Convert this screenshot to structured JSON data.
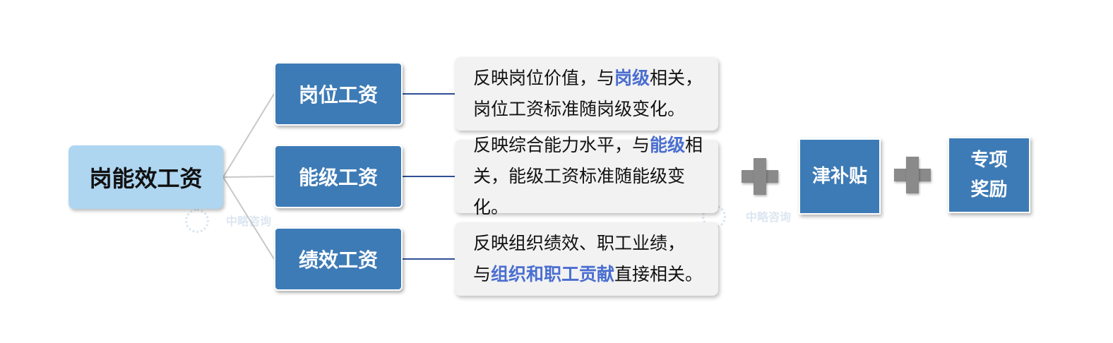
{
  "root": {
    "label": "岗能效工资"
  },
  "components": [
    {
      "label": "岗位工资",
      "desc": [
        {
          "t": "反映岗位价值，与"
        },
        {
          "t": "岗级",
          "hl": true
        },
        {
          "t": "相关，"
        },
        {
          "br": true
        },
        {
          "t": "岗位工资标准随岗级变化。"
        }
      ]
    },
    {
      "label": "能级工资",
      "desc": [
        {
          "t": "反映综合能力水平，与"
        },
        {
          "t": "能级",
          "hl": true
        },
        {
          "t": "相"
        },
        {
          "br": true
        },
        {
          "t": "关，能级工资标准随能级变化。"
        }
      ]
    },
    {
      "label": "绩效工资",
      "desc": [
        {
          "t": "反映组织绩效、职工业绩，"
        },
        {
          "br": true
        },
        {
          "t": "与"
        },
        {
          "t": "组织和职工贡献",
          "hl": true
        },
        {
          "t": "直接相关。"
        }
      ]
    }
  ],
  "extras": {
    "allowance": "津补贴",
    "special_award": "专项\n奖励"
  },
  "watermark": {
    "text": "中略咨询"
  },
  "colors": {
    "node": "#3d7bb6",
    "root": "#aed6f1",
    "highlight": "#4a6ed0",
    "plus": "#8a8a8a",
    "desc_bg": "#f2f2f2"
  }
}
